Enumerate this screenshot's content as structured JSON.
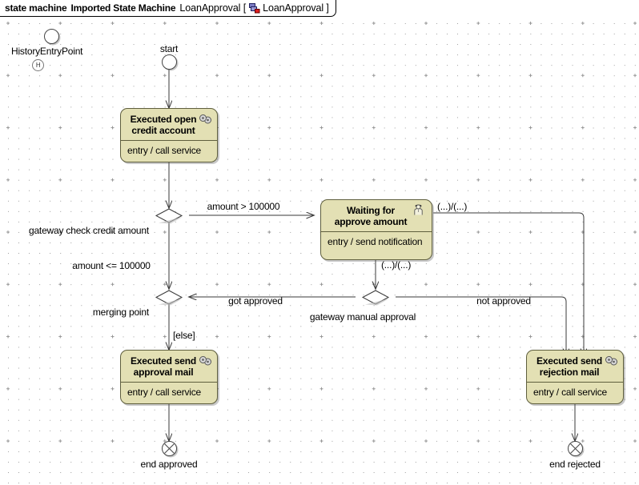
{
  "titlebar": {
    "kind": "state machine",
    "name": "Imported State Machine",
    "diagram_open": "LoanApproval [",
    "diagram_ref": "LoanApproval ]",
    "icon": "state-machine-icon"
  },
  "canvas": {
    "background": "#ffffff",
    "grid_dot_color": "#9a9a9a",
    "state_fill": "#e3e0b4",
    "state_border": "#5f5f3e",
    "line_color": "#3a3a3a"
  },
  "nodes": {
    "history_entry_point": {
      "label": "HistoryEntryPoint",
      "history_glyph": "H"
    },
    "start": {
      "label": "start"
    },
    "open_credit_account": {
      "title": "Executed open credit account",
      "title_line1": "Executed open",
      "title_line2": "credit account",
      "body": "entry / call service",
      "icon": "gears-icon"
    },
    "waiting_approve_amount": {
      "title": "Waiting for approve amount",
      "title_line1": "Waiting for",
      "title_line2": "approve amount",
      "body": "entry / send notification",
      "icon": "person-icon"
    },
    "send_approval_mail": {
      "title": "Executed send approval mail",
      "title_line1": "Executed send",
      "title_line2": "approval mail",
      "body": "entry / call service",
      "icon": "gears-icon"
    },
    "send_rejection_mail": {
      "title": "Executed send rejection mail",
      "title_line1": "Executed send",
      "title_line2": "rejection mail",
      "body": "entry / call service",
      "icon": "gears-icon"
    },
    "gateway_check_credit_amount": {
      "label": "gateway check credit amount"
    },
    "merging_point": {
      "label": "merging point"
    },
    "gateway_manual_approval": {
      "label": "gateway manual approval"
    },
    "end_approved": {
      "label": "end approved"
    },
    "end_rejected": {
      "label": "end rejected"
    }
  },
  "transitions": {
    "amount_gt": "amount > 100000",
    "amount_le": "amount <= 100000",
    "else": "[else]",
    "got_approved": "got approved",
    "not_approved": "not approved",
    "timeout_top": "(...)/(...)",
    "timeout_mid": "(...)/(...)"
  }
}
